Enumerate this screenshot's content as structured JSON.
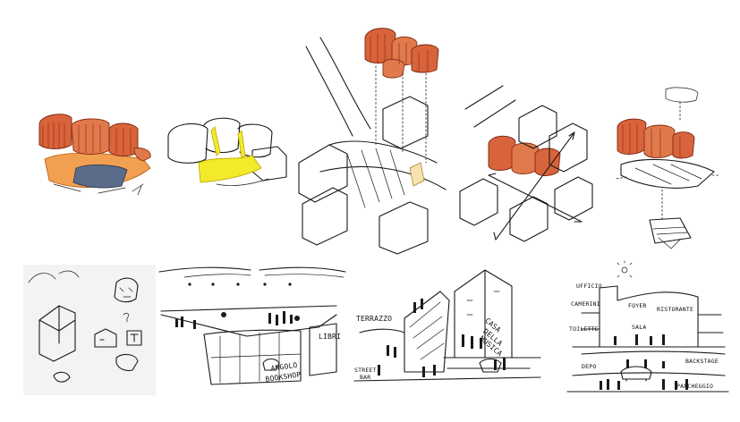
{
  "labels": {
    "panel6": {
      "libri": "LIBRI",
      "angolo": "ANGOLO",
      "bookshop": "BOOKSHOP"
    },
    "panel7": {
      "terrazzo": "TERRAZZO",
      "casa": "CASA",
      "della": "DELLA",
      "musica": "MUSICA",
      "street": "STREET",
      "bar": "BAR"
    },
    "panel8": {
      "ufficio": "UFFICIO",
      "camerini": "CAMERINI",
      "foyer": "FOYER",
      "ristorante": "RISTORANTE",
      "toilette": "TOILETTE",
      "sala": "SALA",
      "backstage": "BACKSTAGE",
      "depo": "DEPO",
      "parcheggio": "PARCHEGGIO"
    }
  },
  "colors": {
    "ink": "#1a1a1a",
    "massing_red": "#d8643b",
    "massing_orange": "#f0a050",
    "highlight_yellow": "#f2ea2a",
    "ground_blue": "#5b6b8a",
    "sketch_paper_gray": "#f3f3f3"
  }
}
